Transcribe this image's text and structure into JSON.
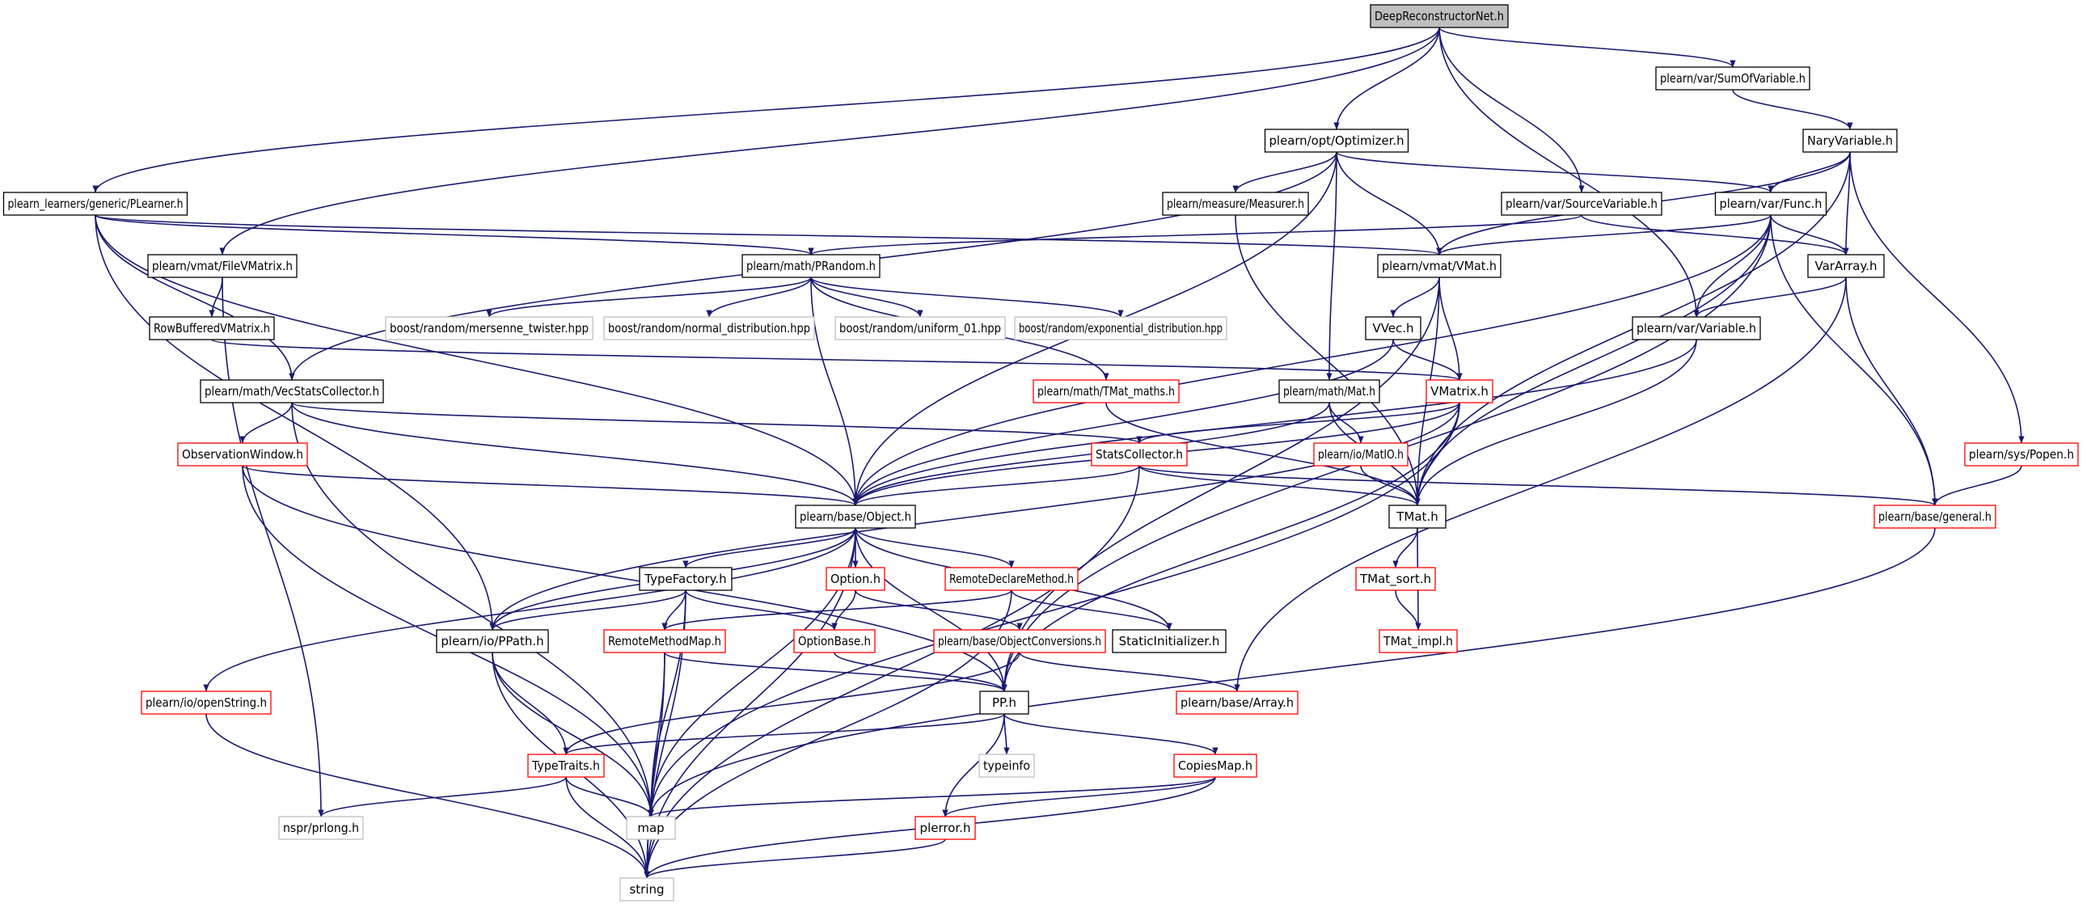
{
  "palette": {
    "edge": "#191970",
    "box_black": "#000000",
    "box_red": "#ff0000",
    "box_gray": "#bfbfbf",
    "fill_root": "#bfbfbf",
    "fill_box": "#ffffff",
    "text": "#000000"
  },
  "nodes": [
    {
      "id": "deep",
      "label": "DeepReconstructorNet.h",
      "style": "root"
    },
    {
      "id": "sumvar",
      "label": "plearn/var/SumOfVariable.h",
      "style": "black"
    },
    {
      "id": "optimizer",
      "label": "plearn/opt/Optimizer.h",
      "style": "black"
    },
    {
      "id": "naryvar",
      "label": "NaryVariable.h",
      "style": "black"
    },
    {
      "id": "plearner",
      "label": "plearn_learners/generic/PLearner.h",
      "style": "black"
    },
    {
      "id": "measurer",
      "label": "plearn/measure/Measurer.h",
      "style": "black"
    },
    {
      "id": "sourcevar",
      "label": "plearn/var/SourceVariable.h",
      "style": "black"
    },
    {
      "id": "func",
      "label": "plearn/var/Func.h",
      "style": "black"
    },
    {
      "id": "filevmatrix",
      "label": "plearn/vmat/FileVMatrix.h",
      "style": "black"
    },
    {
      "id": "prandom",
      "label": "plearn/math/PRandom.h",
      "style": "black"
    },
    {
      "id": "vmat",
      "label": "plearn/vmat/VMat.h",
      "style": "black"
    },
    {
      "id": "vararray",
      "label": "VarArray.h",
      "style": "black"
    },
    {
      "id": "rowbuffered",
      "label": "RowBufferedVMatrix.h",
      "style": "black"
    },
    {
      "id": "mersenne",
      "label": "boost/random/mersenne_twister.hpp",
      "style": "gray"
    },
    {
      "id": "normaldist",
      "label": "boost/random/normal_distribution.hpp",
      "style": "gray"
    },
    {
      "id": "uniform01",
      "label": "boost/random/uniform_01.hpp",
      "style": "gray"
    },
    {
      "id": "expdist",
      "label": "boost/random/exponential_distribution.hpp",
      "style": "gray"
    },
    {
      "id": "vvec",
      "label": "VVec.h",
      "style": "black"
    },
    {
      "id": "variable",
      "label": "plearn/var/Variable.h",
      "style": "black"
    },
    {
      "id": "vecstats",
      "label": "plearn/math/VecStatsCollector.h",
      "style": "black"
    },
    {
      "id": "tmatmaths",
      "label": "plearn/math/TMat_maths.h",
      "style": "red"
    },
    {
      "id": "mat",
      "label": "plearn/math/Mat.h",
      "style": "black"
    },
    {
      "id": "vmatrix",
      "label": "VMatrix.h",
      "style": "red"
    },
    {
      "id": "obswindow",
      "label": "ObservationWindow.h",
      "style": "red"
    },
    {
      "id": "statscollector",
      "label": "StatsCollector.h",
      "style": "red"
    },
    {
      "id": "matio",
      "label": "plearn/io/MatIO.h",
      "style": "red"
    },
    {
      "id": "popen",
      "label": "plearn/sys/Popen.h",
      "style": "red"
    },
    {
      "id": "object",
      "label": "plearn/base/Object.h",
      "style": "black"
    },
    {
      "id": "tmat",
      "label": "TMat.h",
      "style": "black"
    },
    {
      "id": "general",
      "label": "plearn/base/general.h",
      "style": "red"
    },
    {
      "id": "typefactory",
      "label": "TypeFactory.h",
      "style": "black"
    },
    {
      "id": "option",
      "label": "Option.h",
      "style": "red"
    },
    {
      "id": "remotedeclare",
      "label": "RemoteDeclareMethod.h",
      "style": "red"
    },
    {
      "id": "tmatsort",
      "label": "TMat_sort.h",
      "style": "red"
    },
    {
      "id": "ppath",
      "label": "plearn/io/PPath.h",
      "style": "black"
    },
    {
      "id": "remotemethodmap",
      "label": "RemoteMethodMap.h",
      "style": "red"
    },
    {
      "id": "optionbase",
      "label": "OptionBase.h",
      "style": "red"
    },
    {
      "id": "objconv",
      "label": "plearn/base/ObjectConversions.h",
      "style": "red"
    },
    {
      "id": "staticinit",
      "label": "StaticInitializer.h",
      "style": "black"
    },
    {
      "id": "tmatimpl",
      "label": "TMat_impl.h",
      "style": "red"
    },
    {
      "id": "openstring",
      "label": "plearn/io/openString.h",
      "style": "red"
    },
    {
      "id": "pp",
      "label": "PP.h",
      "style": "black"
    },
    {
      "id": "array",
      "label": "plearn/base/Array.h",
      "style": "red"
    },
    {
      "id": "typetraits",
      "label": "TypeTraits.h",
      "style": "red"
    },
    {
      "id": "typeinfo",
      "label": "typeinfo",
      "style": "gray"
    },
    {
      "id": "copiesmap",
      "label": "CopiesMap.h",
      "style": "red"
    },
    {
      "id": "prlong",
      "label": "nspr/prlong.h",
      "style": "gray"
    },
    {
      "id": "map",
      "label": "map",
      "style": "gray"
    },
    {
      "id": "plerror",
      "label": "plerror.h",
      "style": "red"
    },
    {
      "id": "string",
      "label": "string",
      "style": "gray"
    }
  ],
  "edges": [
    [
      "deep",
      "sumvar"
    ],
    [
      "deep",
      "optimizer"
    ],
    [
      "deep",
      "plearner"
    ],
    [
      "deep",
      "sourcevar"
    ],
    [
      "deep",
      "filevmatrix"
    ],
    [
      "deep",
      "variable"
    ],
    [
      "sumvar",
      "naryvar"
    ],
    [
      "naryvar",
      "func"
    ],
    [
      "naryvar",
      "vararray"
    ],
    [
      "naryvar",
      "vmat"
    ],
    [
      "naryvar",
      "tmat"
    ],
    [
      "naryvar",
      "popen"
    ],
    [
      "optimizer",
      "measurer"
    ],
    [
      "optimizer",
      "func"
    ],
    [
      "optimizer",
      "vmat"
    ],
    [
      "optimizer",
      "mat"
    ],
    [
      "optimizer",
      "vecstats"
    ],
    [
      "optimizer",
      "object"
    ],
    [
      "plearner",
      "prandom"
    ],
    [
      "plearner",
      "vmat"
    ],
    [
      "plearner",
      "vecstats"
    ],
    [
      "plearner",
      "object"
    ],
    [
      "plearner",
      "ppath"
    ],
    [
      "measurer",
      "tmat"
    ],
    [
      "sourcevar",
      "prandom"
    ],
    [
      "sourcevar",
      "vararray"
    ],
    [
      "func",
      "vmat"
    ],
    [
      "func",
      "vararray"
    ],
    [
      "func",
      "variable"
    ],
    [
      "func",
      "general"
    ],
    [
      "func",
      "tmat"
    ],
    [
      "func",
      "pp"
    ],
    [
      "func",
      "object"
    ],
    [
      "filevmatrix",
      "rowbuffered"
    ],
    [
      "filevmatrix",
      "prlong"
    ],
    [
      "rowbuffered",
      "vmatrix"
    ],
    [
      "prandom",
      "mersenne"
    ],
    [
      "prandom",
      "normaldist"
    ],
    [
      "prandom",
      "uniform01"
    ],
    [
      "prandom",
      "expdist"
    ],
    [
      "prandom",
      "tmatmaths"
    ],
    [
      "prandom",
      "object"
    ],
    [
      "vmat",
      "vvec"
    ],
    [
      "vmat",
      "vmatrix"
    ],
    [
      "vmat",
      "tmat"
    ],
    [
      "vmat",
      "pp"
    ],
    [
      "vararray",
      "variable"
    ],
    [
      "vararray",
      "general"
    ],
    [
      "vararray",
      "array"
    ],
    [
      "vvec",
      "vmatrix"
    ],
    [
      "vvec",
      "object"
    ],
    [
      "variable",
      "tmat"
    ],
    [
      "variable",
      "object"
    ],
    [
      "vecstats",
      "obswindow"
    ],
    [
      "vecstats",
      "statscollector"
    ],
    [
      "vecstats",
      "object"
    ],
    [
      "vecstats",
      "map"
    ],
    [
      "tmatmaths",
      "tmat"
    ],
    [
      "mat",
      "matio"
    ],
    [
      "mat",
      "tmat"
    ],
    [
      "mat",
      "object"
    ],
    [
      "vmatrix",
      "statscollector"
    ],
    [
      "vmatrix",
      "object"
    ],
    [
      "vmatrix",
      "tmat"
    ],
    [
      "vmatrix",
      "ppath"
    ],
    [
      "vmatrix",
      "pp"
    ],
    [
      "vmatrix",
      "map"
    ],
    [
      "obswindow",
      "object"
    ],
    [
      "obswindow",
      "map"
    ],
    [
      "obswindow",
      "pp"
    ],
    [
      "statscollector",
      "tmat"
    ],
    [
      "statscollector",
      "general"
    ],
    [
      "statscollector",
      "object"
    ],
    [
      "statscollector",
      "string"
    ],
    [
      "matio",
      "tmat"
    ],
    [
      "popen",
      "general"
    ],
    [
      "general",
      "map"
    ],
    [
      "object",
      "typefactory"
    ],
    [
      "object",
      "option"
    ],
    [
      "object",
      "remotedeclare"
    ],
    [
      "object",
      "staticinit"
    ],
    [
      "object",
      "ppath"
    ],
    [
      "object",
      "openstring"
    ],
    [
      "object",
      "pp"
    ],
    [
      "object",
      "map"
    ],
    [
      "object",
      "string"
    ],
    [
      "tmat",
      "tmatsort"
    ],
    [
      "tmat",
      "tmatimpl"
    ],
    [
      "typefactory",
      "ppath"
    ],
    [
      "typefactory",
      "remotemethodmap"
    ],
    [
      "typefactory",
      "optionbase"
    ],
    [
      "typefactory",
      "map"
    ],
    [
      "typefactory",
      "string"
    ],
    [
      "option",
      "optionbase"
    ],
    [
      "option",
      "objconv"
    ],
    [
      "remotedeclare",
      "remotemethodmap"
    ],
    [
      "remotedeclare",
      "staticinit"
    ],
    [
      "remotedeclare",
      "string"
    ],
    [
      "tmatsort",
      "tmatimpl"
    ],
    [
      "ppath",
      "typetraits"
    ],
    [
      "ppath",
      "map"
    ],
    [
      "ppath",
      "string"
    ],
    [
      "remotemethodmap",
      "pp"
    ],
    [
      "remotemethodmap",
      "map"
    ],
    [
      "remotemethodmap",
      "string"
    ],
    [
      "optionbase",
      "pp"
    ],
    [
      "objconv",
      "typetraits"
    ],
    [
      "objconv",
      "array"
    ],
    [
      "openstring",
      "string"
    ],
    [
      "pp",
      "typetraits"
    ],
    [
      "pp",
      "typeinfo"
    ],
    [
      "pp",
      "copiesmap"
    ],
    [
      "pp",
      "plerror"
    ],
    [
      "typetraits",
      "prlong"
    ],
    [
      "typetraits",
      "map"
    ],
    [
      "typetraits",
      "string"
    ],
    [
      "copiesmap",
      "map"
    ],
    [
      "copiesmap",
      "plerror"
    ],
    [
      "copiesmap",
      "string"
    ],
    [
      "plerror",
      "string"
    ]
  ]
}
